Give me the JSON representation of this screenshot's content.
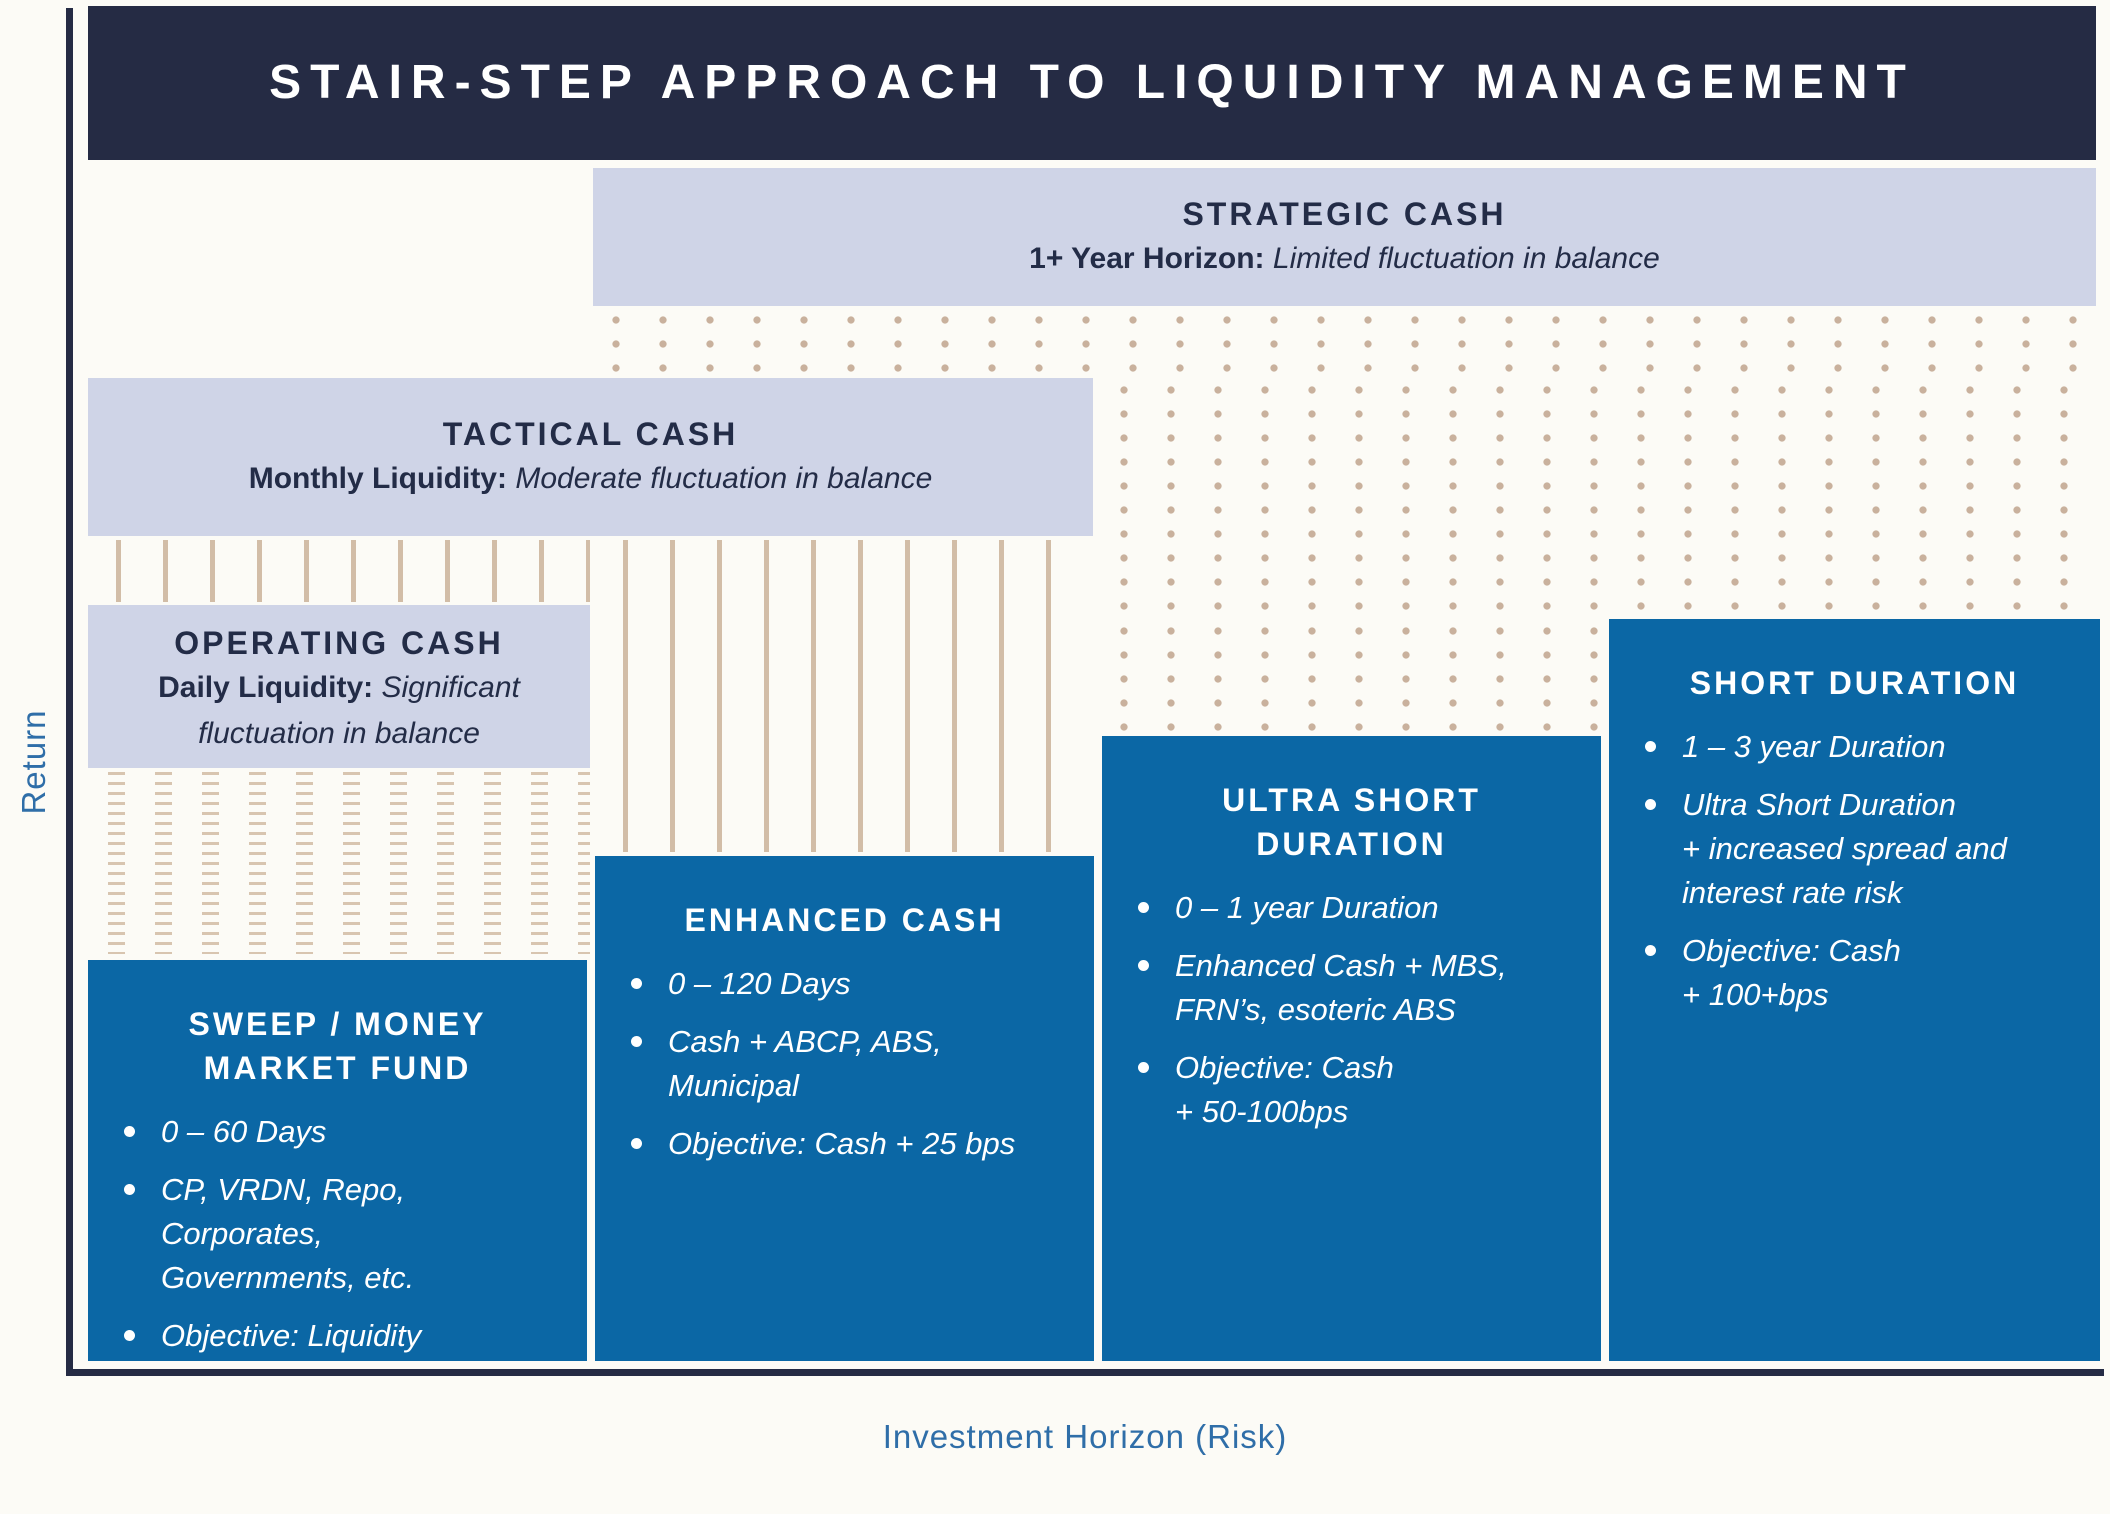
{
  "title": "STAIR-STEP APPROACH TO LIQUIDITY MANAGEMENT",
  "axes": {
    "y_label": "Return",
    "x_label": "Investment Horizon (Risk)"
  },
  "bands": [
    {
      "id": "strategic",
      "title": "STRATEGIC CASH",
      "subtitle_bold": "1+ Year Horizon:",
      "subtitle_italic": "Limited fluctuation in balance"
    },
    {
      "id": "tactical",
      "title": "TACTICAL CASH",
      "subtitle_bold": "Monthly Liquidity:",
      "subtitle_italic": "Moderate fluctuation in balance"
    },
    {
      "id": "operating",
      "title": "OPERATING CASH",
      "subtitle_bold": "Daily Liquidity:",
      "subtitle_italic": "Significant\nfluctuation in balance"
    }
  ],
  "steps": [
    {
      "id": "sweep-money-market-fund",
      "title": "SWEEP / MONEY\nMARKET FUND",
      "bullets": [
        "0 – 60 Days",
        "CP, VRDN, Repo,\nCorporates,\nGovernments, etc.",
        "Objective: Liquidity"
      ]
    },
    {
      "id": "enhanced-cash",
      "title": "ENHANCED CASH",
      "bullets": [
        "0 – 120 Days",
        "Cash + ABCP, ABS,\nMunicipal",
        "Objective: Cash + 25 bps"
      ]
    },
    {
      "id": "ultra-short-duration",
      "title": "ULTRA SHORT\nDURATION",
      "bullets": [
        "0 – 1 year Duration",
        "Enhanced Cash + MBS,\nFRN’s, esoteric ABS",
        "Objective: Cash\n+ 50-100bps"
      ]
    },
    {
      "id": "short-duration",
      "title": "SHORT DURATION",
      "bullets": [
        "1 – 3 year Duration",
        "Ultra Short Duration\n+ increased spread and\ninterest rate risk",
        "Objective: Cash\n+ 100+bps"
      ]
    }
  ],
  "colors": {
    "header_navy": "#252b44",
    "band_lavender": "#cfd4e7",
    "step_blue": "#0b67a5",
    "pattern_tan": "#c9b19d",
    "axis_label_blue": "#2f6ea8",
    "text_navy": "#232c47",
    "background": "#fcfbf6",
    "white": "#ffffff"
  }
}
